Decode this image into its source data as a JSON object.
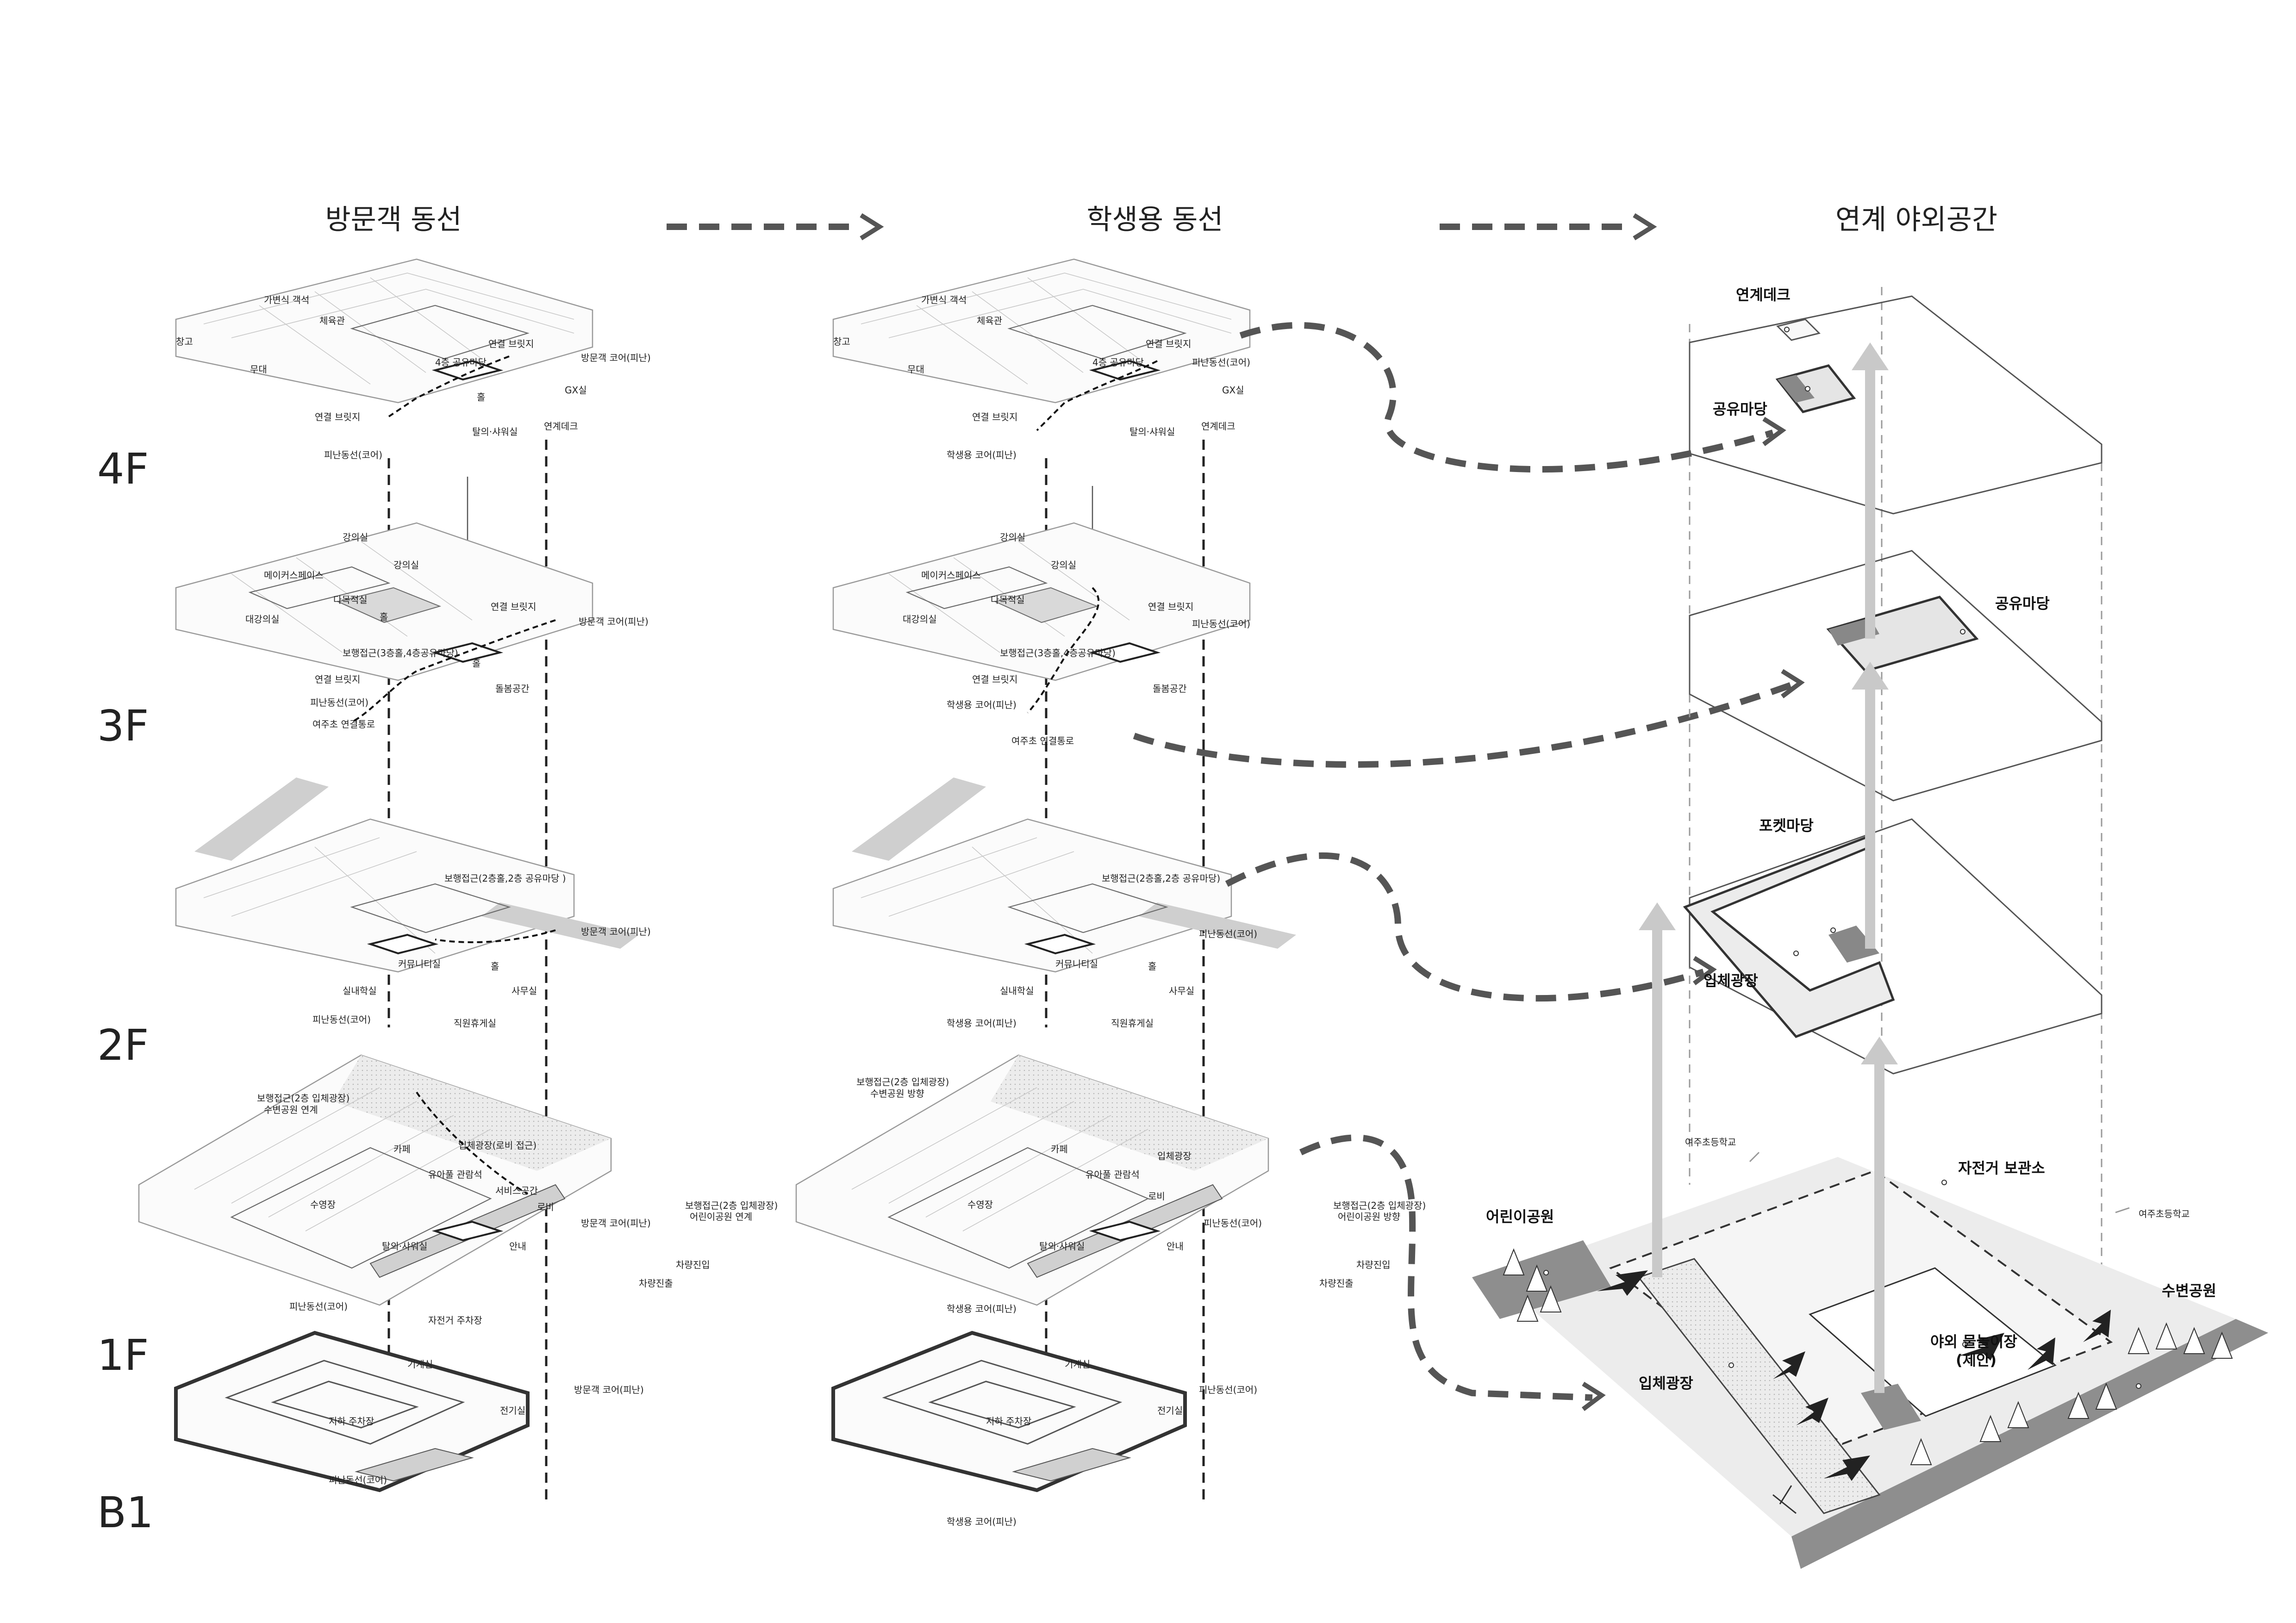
{
  "headers": {
    "visitor": "방문객 동선",
    "student": "학생용 동선",
    "outdoor": "연계 야외공간"
  },
  "floors": {
    "f4": "4F",
    "f3": "3F",
    "f2": "2F",
    "f1": "1F",
    "b1": "B1"
  },
  "visitor": {
    "f4": {
      "seats": "가변식 객석",
      "gym": "체육관",
      "storage": "창고",
      "stage": "무대",
      "bridge_top": "연결 브릿지",
      "bridge_left": "연결 브릿지",
      "shared": "4층 공유마당",
      "core": "방문객 코어(피난)",
      "hall": "홀",
      "gx": "GX실",
      "shower": "탈의·샤워실",
      "deck": "연계데크",
      "evac": "피난동선(코어)"
    },
    "f3": {
      "lecture1": "강의실",
      "lecture2": "강의실",
      "maker": "메이커스페이스",
      "multi": "다목적실",
      "big_lecture": "대강의실",
      "bridge_right": "연결 브릿지",
      "core": "방문객 코어(피난)",
      "hall1": "홀",
      "access": "보행접근(3층홀,4층공유마당)",
      "bridge_left": "연결 브릿지",
      "hall2": "홀",
      "evac": "피난동선(코어)",
      "play": "돌봄공간",
      "school_link": "여주초 연결통로"
    },
    "f2": {
      "access": "보행접근(2층홀,2층 공유마당 )",
      "core": "방문객 코어(피난)",
      "community": "커뮤니티실",
      "hall": "홀",
      "indoor_play": "실내학실",
      "office": "사무실",
      "evac": "피난동선(코어)",
      "staff": "직원휴게실"
    },
    "f1": {
      "access": "보행접근(2층 입체광장)",
      "park_link": "수변공원 연계",
      "plaza": "입체광장(로비 접근)",
      "cafe": "카페",
      "pool": "수영장",
      "viewing": "유아풀 관람석",
      "service": "서비스공간",
      "access2": "보행접근(2층 입체광장)",
      "kids_link": "어린이공원 연계",
      "lobby": "로비",
      "shower": "탈의·샤워실",
      "core": "방문객 코어(피난)",
      "info": "안내",
      "car_in": "차량진입",
      "car_out": "차량진출",
      "evac": "피난동선(코어)",
      "bike": "자전거 주차장"
    },
    "b1": {
      "machine": "기계실",
      "core": "방문객 코어(피난)",
      "parking": "지하 주차장",
      "electric": "전기실",
      "evac": "피난동선(코어)"
    }
  },
  "student": {
    "f4": {
      "seats": "가변식 객석",
      "gym": "체육관",
      "storage": "창고",
      "stage": "무대",
      "bridge_top": "연결 브릿지",
      "bridge_left": "연결 브릿지",
      "shared": "4층 공유마당",
      "core": "피난동선(코어)",
      "gx": "GX실",
      "shower": "탈의·샤워실",
      "deck": "연계데크",
      "student_core": "학생용 코어(피난)"
    },
    "f3": {
      "lecture1": "강의실",
      "lecture2": "강의실",
      "maker": "메이커스페이스",
      "multi": "다목적실",
      "big_lecture": "대강의실",
      "bridge_right": "연결 브릿지",
      "evac": "피난동선(코어)",
      "access": "보행접근(3층홀,4층공유마당)",
      "bridge_left": "연결 브릿지",
      "student_core": "학생용 코어(피난)",
      "play": "돌봄공간",
      "school_link": "여주초 연결통로"
    },
    "f2": {
      "access": "보행접근(2층홀,2층 공유마당)",
      "evac": "피난동선(코어)",
      "community": "커뮤니티실",
      "hall": "홀",
      "indoor_play": "실내학실",
      "office": "사무실",
      "student_core": "학생용 코어(피난)",
      "staff": "직원휴게실"
    },
    "f1": {
      "access": "보행접근(2층 입체광장)",
      "park_link": "수변공원 방향",
      "plaza": "입체광장",
      "cafe": "카페",
      "pool": "수영장",
      "viewing": "유아풀 관람석",
      "lobby": "로비",
      "access2": "보행접근(2층 입체광장)",
      "kids_link": "어린이공원 방향",
      "shower": "탈의·샤워실",
      "evac": "피난동선(코어)",
      "info": "안내",
      "car_in": "차량진입",
      "car_out": "차량진출",
      "student_core": "학생용 코어(피난)"
    },
    "b1": {
      "machine": "기계실",
      "evac": "피난동선(코어)",
      "parking": "지하 주차장",
      "electric": "전기실",
      "student_core": "학생용 코어(피난)"
    }
  },
  "outdoor": {
    "deck": "연계데크",
    "shared4": "공유마당",
    "shared3": "공유마당",
    "pocket": "포켓마당",
    "plaza2": "입체광장",
    "school_ghost": "여주초등학교",
    "bike": "자전거 보관소",
    "school_right": "여주초등학교",
    "kids_park": "어린이공원",
    "water_park": "수변공원",
    "water_play": "야외 물놀이장",
    "water_play_sub": "(제안)",
    "plaza1": "입체광장"
  }
}
